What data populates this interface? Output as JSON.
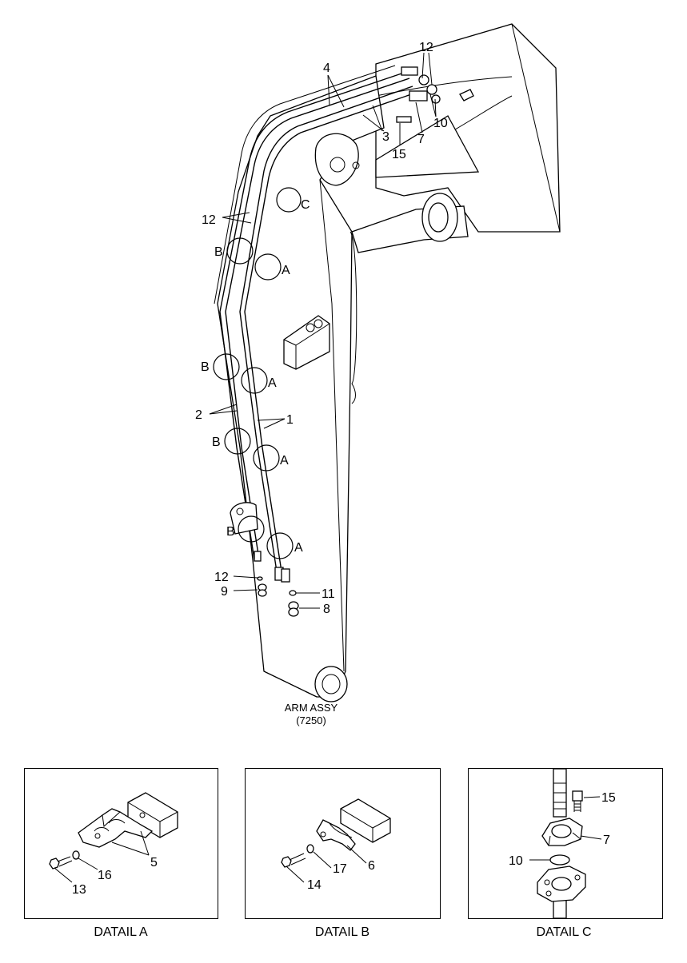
{
  "main": {
    "title_line1": "ARM ASSY",
    "title_line2": "(7250)"
  },
  "callouts": {
    "c1": "1",
    "c2": "2",
    "c3": "3",
    "c4": "4",
    "c7": "7",
    "c8": "8",
    "c9": "9",
    "c10": "10",
    "c11": "11",
    "c12_top": "12",
    "c12_left": "12",
    "c12_bottom": "12",
    "c15": "15"
  },
  "markers": {
    "A1": "A",
    "A2": "A",
    "A3": "A",
    "A4": "A",
    "B1": "B",
    "B2": "B",
    "B3": "B",
    "B4": "B",
    "C": "C"
  },
  "details": {
    "a": {
      "caption": "DATAIL A",
      "p5": "5",
      "p13": "13",
      "p16": "16"
    },
    "b": {
      "caption": "DATAIL B",
      "p6": "6",
      "p14": "14",
      "p17": "17"
    },
    "c": {
      "caption": "DATAIL C",
      "p7": "7",
      "p10": "10",
      "p15": "15"
    }
  }
}
